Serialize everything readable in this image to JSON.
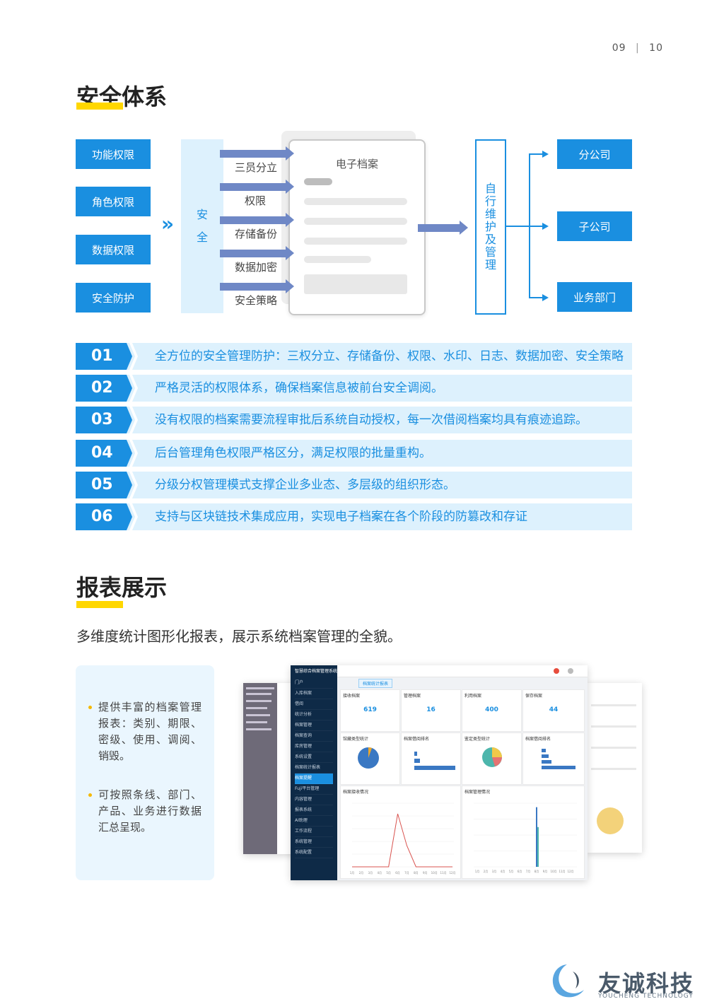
{
  "page_numbers": {
    "left": "09",
    "sep": "|",
    "right": "10"
  },
  "section1": {
    "title": "安全体系",
    "left_boxes": [
      "功能权限",
      "角色权限",
      "数据权限",
      "安全防护"
    ],
    "chevron": "»",
    "safety_label": [
      "安",
      "全"
    ],
    "arrow_labels": [
      "三员分立",
      "权限",
      "存储备份",
      "数据加密",
      "安全策略"
    ],
    "doc_title": "电子档案",
    "vertical_box": [
      "自",
      "行",
      "维",
      "护",
      "及",
      "管",
      "理"
    ],
    "right_boxes": [
      "分公司",
      "子公司",
      "业务部门"
    ]
  },
  "features": [
    {
      "num": "01",
      "text": "全方位的安全管理防护：三权分立、存储备份、权限、水印、日志、数据加密、安全策略"
    },
    {
      "num": "02",
      "text": "严格灵活的权限体系，确保档案信息被前台安全调阅。"
    },
    {
      "num": "03",
      "text": "没有权限的档案需要流程审批后系统自动授权，每一次借阅档案均具有痕迹追踪。"
    },
    {
      "num": "04",
      "text": "后台管理角色权限严格区分，满足权限的批量重构。"
    },
    {
      "num": "05",
      "text": "分级分权管理模式支撑企业多业态、多层级的组织形态。"
    },
    {
      "num": "06",
      "text": "支持与区块链技术集成应用，实现电子档案在各个阶段的防篡改和存证"
    }
  ],
  "section2": {
    "title": "报表展示",
    "subtitle": "多维度统计图形化报表，展示系统档案管理的全貌。",
    "bullets": [
      "提供丰富的档案管理报表：类别、期限、密级、使用、调阅、销毁。",
      "可按照条线、部门、产品、业务进行数据汇总呈现。"
    ]
  },
  "dashboard": {
    "app_title": "智慧综合档案管理系统",
    "nav_items": [
      "门户",
      "入库档案",
      "借阅",
      "统计分析",
      "档案管理",
      "档案查询",
      "库房管理",
      "系统设置",
      "档案统计报表",
      "档案提醒",
      "Fuji平台管理",
      "内容管理",
      "报表系统",
      "AI助理",
      "工作流程",
      "系统管理",
      "系统配置"
    ],
    "active_tab": "档案统计报表",
    "kpis": [
      {
        "label": "接收档案",
        "value": "619"
      },
      {
        "label": "管理档案",
        "value": "16"
      },
      {
        "label": "利用档案",
        "value": "400"
      },
      {
        "label": "保存档案",
        "value": "44"
      }
    ],
    "chart_titles": [
      "馆藏类型统计",
      "档案借阅排名",
      "鉴定类型统计",
      "档案借阅排名",
      "档案接收情况",
      "档案管理情况"
    ],
    "months": [
      "1月",
      "2月",
      "3月",
      "4月",
      "5月",
      "6月",
      "7月",
      "8月",
      "9月",
      "10月",
      "11月",
      "12月"
    ],
    "colors": {
      "accent": "#1a8fe0",
      "nav": "#0e2a47",
      "bar": "#3a78c3",
      "line": "#d9534f"
    }
  },
  "chart_data": [
    {
      "type": "line",
      "title": "档案接收情况",
      "categories": [
        "1月",
        "2月",
        "3月",
        "4月",
        "5月",
        "6月",
        "7月",
        "8月",
        "9月",
        "10月",
        "11月",
        "12月"
      ],
      "values": [
        0,
        0,
        0,
        0,
        0,
        50,
        20,
        0,
        0,
        0,
        0,
        0
      ],
      "ylim": [
        0,
        60
      ]
    },
    {
      "type": "bar",
      "title": "档案管理情况",
      "categories": [
        "1月",
        "2月",
        "3月",
        "4月",
        "5月",
        "6月",
        "7月",
        "8月",
        "9月",
        "10月",
        "11月",
        "12月"
      ],
      "series": [
        {
          "values": [
            0,
            0,
            0,
            0,
            0,
            0,
            0,
            0,
            0,
            0,
            0,
            0
          ]
        },
        {
          "values": [
            0,
            0,
            0,
            0,
            0,
            0,
            0,
            0,
            0,
            0,
            0,
            0
          ]
        },
        {
          "values": [
            0,
            0,
            0,
            0,
            0,
            0,
            0,
            75,
            0,
            0,
            0,
            0
          ]
        },
        {
          "values": [
            0,
            0,
            0,
            0,
            0,
            0,
            0,
            50,
            0,
            0,
            0,
            0
          ]
        }
      ],
      "ylim": [
        0,
        80
      ]
    }
  ],
  "brand": {
    "name": "友诚科技",
    "sub": "YOUCHENG TECHNOLOGY"
  }
}
